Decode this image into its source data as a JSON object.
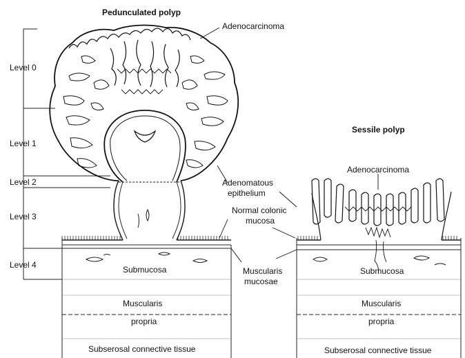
{
  "titles": {
    "pedunculated": "Pedunculated polyp",
    "sessile": "Sessile polyp"
  },
  "levels": [
    "Level 0",
    "Level 1",
    "Level 2",
    "Level 3",
    "Level 4"
  ],
  "labels": {
    "adenocarcinoma_left": "Adenocarcinoma",
    "adenocarcinoma_right": "Adenocarcinoma",
    "adenomatous_line1": "Adenomatous",
    "adenomatous_line2": "epithelium",
    "normal_line1": "Normal colonic",
    "normal_line2": "mucosa",
    "muscularis_mucosae_line1": "Muscularis",
    "muscularis_mucosae_line2": "mucosae",
    "submucosa_left": "Submucosa",
    "submucosa_right": "Submucosa",
    "muscularis_left": "Muscularis",
    "propria_left": "propria",
    "muscularis_right": "Muscularis",
    "propria_right": "propria",
    "subserosal_left": "Subserosal connective tissue",
    "subserosal_right": "Subserosal connective tissue"
  }
}
